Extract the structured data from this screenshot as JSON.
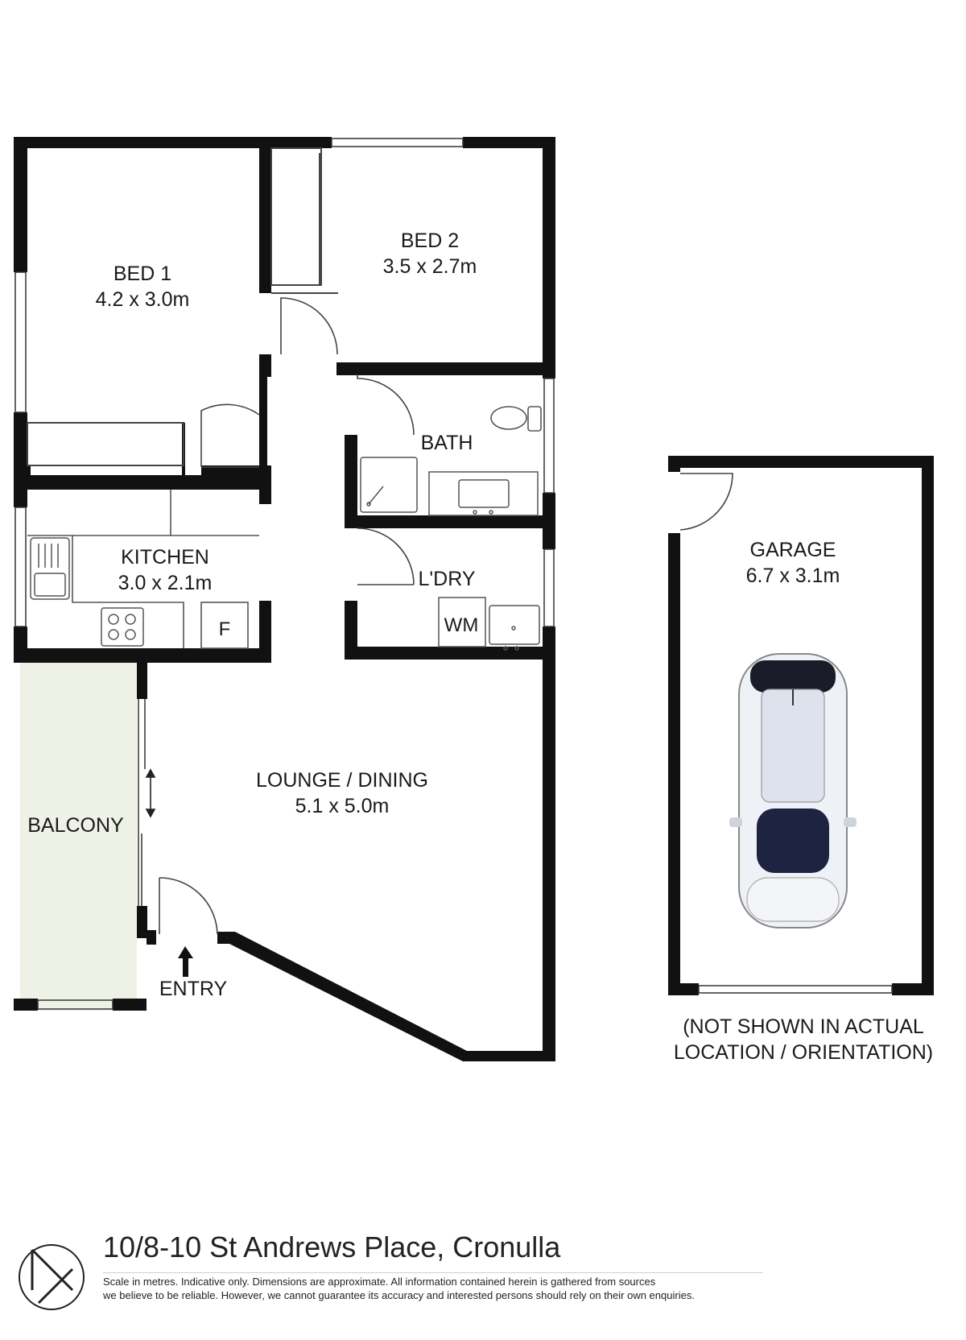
{
  "rooms": {
    "bed1": {
      "name": "BED 1",
      "size": "4.2 x 3.0m"
    },
    "bed2": {
      "name": "BED 2",
      "size": "3.5 x 2.7m"
    },
    "bath": {
      "name": "BATH"
    },
    "kitchen": {
      "name": "KITCHEN",
      "size": "3.0 x 2.1m"
    },
    "laundry": {
      "name": "L'DRY"
    },
    "lounge": {
      "name": "LOUNGE / DINING",
      "size": "5.1 x 5.0m"
    },
    "balcony": {
      "name": "BALCONY"
    },
    "garage": {
      "name": "GARAGE",
      "size": "6.7 x 3.1m"
    }
  },
  "fixtures": {
    "fridge": "F",
    "washing_machine": "WM"
  },
  "entry_label": "ENTRY",
  "garage_note": [
    "(NOT SHOWN IN ACTUAL",
    "LOCATION / ORIENTATION)"
  ],
  "footer": {
    "address": "10/8-10 St Andrews Place, Cronulla",
    "disclaimer_line1": "Scale in metres. Indicative only. Dimensions are approximate. All information contained herein is gathered from sources",
    "disclaimer_line2": "we believe to be reliable. However, we cannot guarantee its accuracy and interested persons should rely on their own enquiries."
  },
  "colors": {
    "wall": "#111111",
    "balcony_fill": "#eef1e6",
    "fixture_line": "#555555"
  },
  "icons": [
    "north-compass-icon",
    "car-icon",
    "toilet-icon",
    "stove-icon",
    "sink-icon",
    "entry-arrow-icon"
  ]
}
